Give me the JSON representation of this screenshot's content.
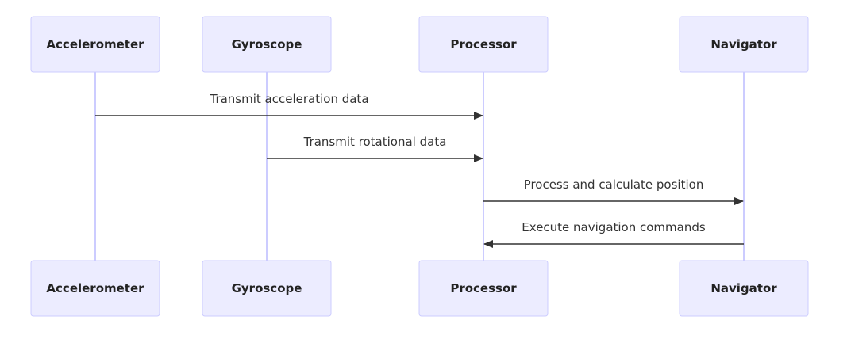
{
  "colors": {
    "actor_fill": "#ececff",
    "actor_border": "#ccccff",
    "lifeline": "#ccccff",
    "message": "#333333",
    "text": "#222222"
  },
  "actors": [
    {
      "id": "accelerometer",
      "label": "Accelerometer"
    },
    {
      "id": "gyroscope",
      "label": "Gyroscope"
    },
    {
      "id": "processor",
      "label": "Processor"
    },
    {
      "id": "navigator",
      "label": "Navigator"
    }
  ],
  "messages": [
    {
      "from": "accelerometer",
      "to": "processor",
      "label": "Transmit acceleration data"
    },
    {
      "from": "gyroscope",
      "to": "processor",
      "label": "Transmit rotational data"
    },
    {
      "from": "processor",
      "to": "navigator",
      "label": "Process and calculate position"
    },
    {
      "from": "navigator",
      "to": "processor",
      "label": "Execute navigation commands"
    }
  ]
}
